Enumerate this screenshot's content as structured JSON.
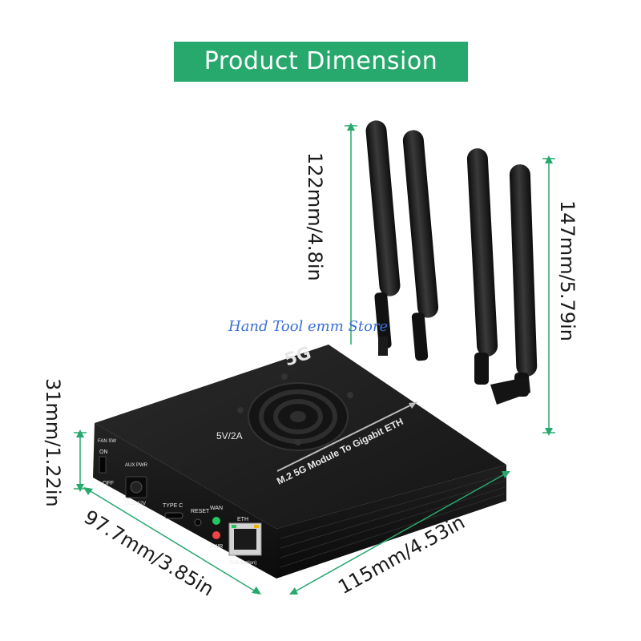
{
  "banner": {
    "title": "Product Dimension"
  },
  "dimensions": {
    "antenna_height": "122mm/4.8in",
    "total_height": "147mm/5.79in",
    "body_height": "31mm/1.22in",
    "width": "97.7mm/3.85in",
    "length": "115mm/4.53in"
  },
  "watermark": "Hand Tool emm Store",
  "device": {
    "top_logo": "5G",
    "power_rating": "5V/2A",
    "top_strip": "M.2  5G Module To Gigabit ETH",
    "fan_sw_label": "FAN SW",
    "on_label": "ON",
    "off_label": "OFF",
    "aux_pwr_label": "AUX PWR",
    "dc_label": "DC5~12V",
    "type_c_label": "TYPE C",
    "reset_label": "RESET",
    "wan_label": "WAN",
    "pwr_label": "PWR",
    "eth_label": "ETH",
    "poe_label": "POE(Option)"
  },
  "colors": {
    "banner": "#27a86d",
    "dimension_lines": "#27a86d",
    "body": "#1b1b1b",
    "wan_led": "#22c55e",
    "pwr_led": "#ef4444",
    "watermark": "#3b6fd6"
  }
}
